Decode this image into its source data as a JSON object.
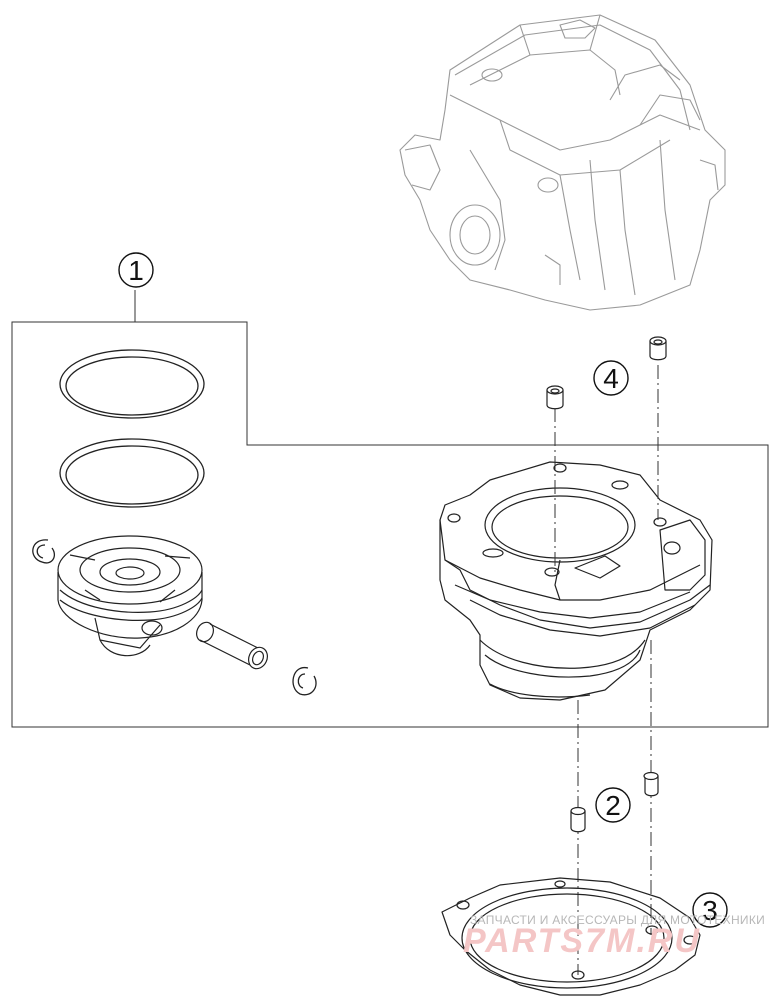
{
  "callouts": [
    {
      "id": "1",
      "label": "1"
    },
    {
      "id": "2",
      "label": "2"
    },
    {
      "id": "3",
      "label": "3"
    },
    {
      "id": "4",
      "label": "4"
    }
  ],
  "watermark": {
    "text": "ЗАПЧАСТИ И АКСЕССУАРЫ ДЛЯ МОТОТЕХНИКИ",
    "logo": "PARTS7M.RU"
  },
  "colors": {
    "line": "#222222",
    "light_line": "#9a9a9a",
    "watermark_text": "#b7b7b7",
    "watermark_logo": "#f4c6c6"
  }
}
